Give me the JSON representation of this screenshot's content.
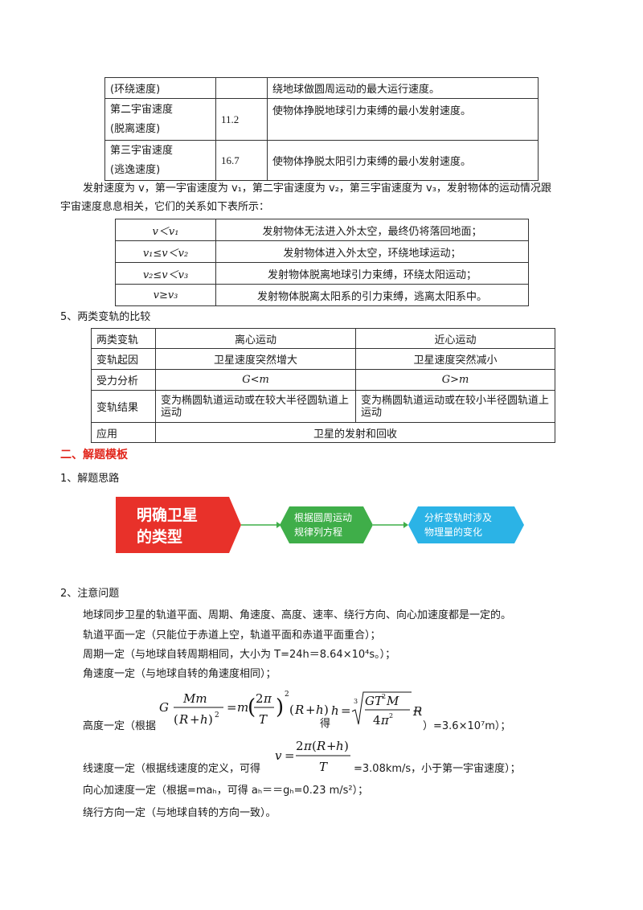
{
  "table1": {
    "rows": [
      {
        "name1": "(环绕速度)",
        "name2": "",
        "value": "",
        "desc": "绕地球做圆周运动的最大运行速度。"
      },
      {
        "name1": "第二宇宙速度",
        "name2": "(脱离速度)",
        "value": "11.2",
        "desc": "使物体挣脱地球引力束缚的最小发射速度。"
      },
      {
        "name1": "第三宇宙速度",
        "name2": "(逃逸速度)",
        "value": "16.7",
        "desc": "使物体挣脱太阳引力束缚的最小发射速度。"
      }
    ]
  },
  "para1": {
    "line1": "发射速度为 v，第一宇宙速度为 v₁，第二宇宙速度为 v₂，第三宇宙速度为 v₃，发射物体的运动情况跟",
    "line2": "宇宙速度息息相关，它们的关系如下表所示："
  },
  "table2": {
    "rows": [
      {
        "cond": "v＜v₁",
        "desc": "发射物体无法进入外太空，最终仍将落回地面；"
      },
      {
        "cond": "v₁≤v＜v₂",
        "desc": "发射物体进入外太空，环绕地球运动；"
      },
      {
        "cond": "v₂≤v＜v₃",
        "desc": "发射物体脱离地球引力束缚，环绕太阳运动；"
      },
      {
        "cond": "v≥v₃",
        "desc": "发射物体脱离太阳系的引力束缚，逃离太阳系中。"
      }
    ]
  },
  "section5": {
    "title": "5、两类变轨的比较"
  },
  "table3": {
    "header": {
      "c0": "两类变轨",
      "c1": "离心运动",
      "c2": "近心运动"
    },
    "row1": {
      "c0": "变轨起因",
      "c1": "卫星速度突然增大",
      "c2": "卫星速度突然减小"
    },
    "row2": {
      "c0": "受力分析",
      "c1": "G<m",
      "c2": "G>m"
    },
    "row3": {
      "c0": "变轨结果",
      "c1": "变为椭圆轨道运动或在较大半径圆轨道上运动",
      "c2": "变为椭圆轨道运动或在较小半径圆轨道上运动"
    },
    "row4": {
      "c0": "应用",
      "c1": "卫星的发射和回收"
    }
  },
  "section_two": {
    "title": "二、解题模板"
  },
  "sub1": {
    "title": "1、解题思路"
  },
  "flow": {
    "step1": "明确卫星的类型",
    "step1_line1": "明确卫星",
    "step1_line2": "的类型",
    "step2_line1": "根据圆周运动",
    "step2_line2": "规律列方程",
    "step3_line1": "分析变轨时涉及",
    "step3_line2": "物理量的变化",
    "colors": {
      "step1": "#e8312a",
      "step2": "#3fae49",
      "step3": "#2bb3e6",
      "arrow": "#3fae49"
    }
  },
  "sub2": {
    "title": "2、注意问题"
  },
  "notes": {
    "n1": "地球同步卫星的轨道平面、周期、角速度、高度、速率、绕行方向、向心加速度都是一定的。",
    "n2": "轨道平面一定（只能位于赤道上空，轨道平面和赤道平面重合）；",
    "n3_a": "周期一定（与地球自转周期相同，大小为 T=24h＝8.64×10⁴s。）；",
    "n4": "角速度一定（与地球自转的角速度相同）；",
    "n5_prefix": "高度一定（根据",
    "n5_mid": "得",
    "n5_suffix": "）=3.6×10⁷m）；",
    "n6_prefix": "线速度一定（根据线速度的定义，可得",
    "n6_suffix": "=3.08km/s，小于第一宇宙速度）；",
    "n7": "向心加速度一定（根据=maₕ，可得 aₕ＝＝gₕ=0.23 m/s²）；",
    "n8": "绕行方向一定（与地球自转的方向一致）。"
  }
}
